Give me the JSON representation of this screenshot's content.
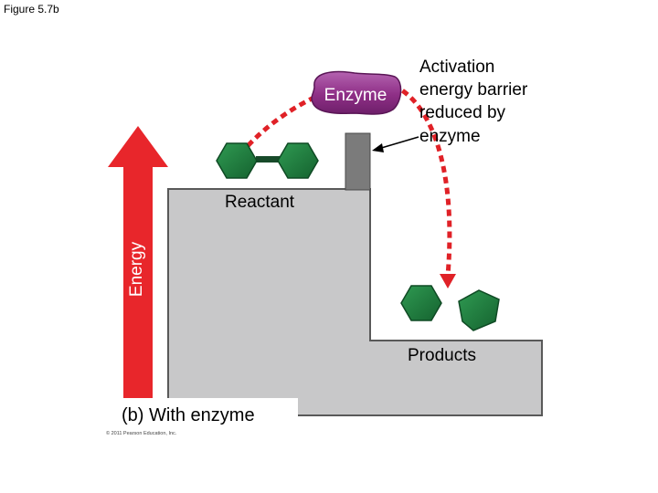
{
  "figure_label": "Figure 5.7b",
  "labels": {
    "enzyme": "Enzyme",
    "activation_line1": "Activation",
    "activation_line2": "energy barrier",
    "activation_line3": "reduced by",
    "activation_line4": "enzyme",
    "reactant": "Reactant",
    "energy": "Energy",
    "products": "Products",
    "panel_caption": "(b) With enzyme",
    "copyright": "© 2011 Pearson Education, Inc."
  },
  "colors": {
    "energy_arrow": "#e8262b",
    "curve": "#e02127",
    "molecule": "#1e7a3c",
    "molecule_bond": "#174a2a",
    "enzyme_blob": "#8e2f86",
    "barrier": "#7b7b7b",
    "step_fill": "#c8c8c9",
    "step_edge": "#595959"
  }
}
